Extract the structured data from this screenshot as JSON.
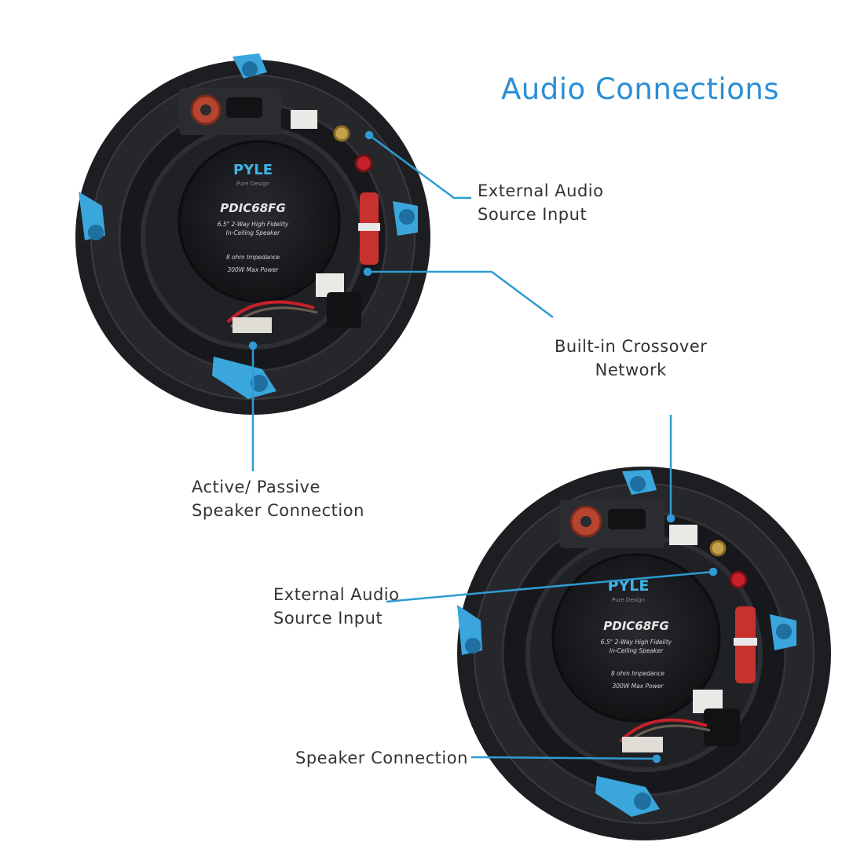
{
  "title": "Audio Connections",
  "labels": {
    "external_audio_top": [
      "External Audio",
      "Source Input"
    ],
    "crossover": [
      "Built-in Crossover",
      "Network"
    ],
    "active_passive": [
      "Active/ Passive",
      "Speaker Connection"
    ],
    "external_audio_bottom": [
      "External Audio",
      "Source Input"
    ],
    "speaker_connection": "Speaker Connection"
  },
  "speaker_badge": {
    "brand": "PYLE",
    "tagline": "Pure Design",
    "model": "PDIC68FG",
    "description_line1": "6.5\" 2-Way High Fidelity",
    "description_line2": "In-Ceiling Speaker",
    "impedance": "8 ohm Impedance",
    "power": "300W Max Power"
  },
  "colors": {
    "accent": "#2a8fd6",
    "callout_line": "#2f9bd4",
    "clip_blue": "#3aa6dc",
    "speaker_body": "#1b1c1f",
    "label_text": "#333333"
  }
}
